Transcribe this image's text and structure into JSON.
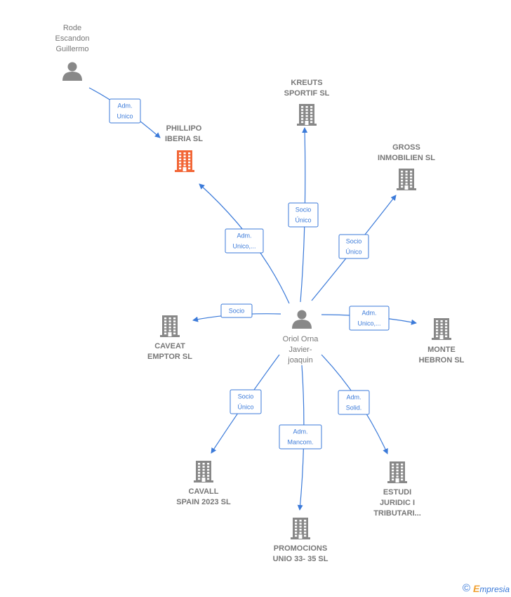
{
  "colors": {
    "edge": "#3b7ad9",
    "company": "#888888",
    "company_highlight": "#f26636",
    "person": "#888888"
  },
  "center": {
    "name_lines": [
      "Oriol Orna",
      "Javier-",
      "joaquin"
    ],
    "icon": "person-icon"
  },
  "persons": [
    {
      "id": "rode",
      "name_lines": [
        "Rode",
        "Escandon",
        "Guillermo"
      ],
      "icon": "person-icon"
    }
  ],
  "companies": [
    {
      "id": "phillipo",
      "name_lines": [
        "PHILLIPO",
        "IBERIA  SL"
      ],
      "highlight": true,
      "icon": "building-icon"
    },
    {
      "id": "kreuts",
      "name_lines": [
        "KREUTS",
        "SPORTIF  SL"
      ],
      "icon": "building-icon"
    },
    {
      "id": "gross",
      "name_lines": [
        "GROSS",
        "INMOBILIEN SL"
      ],
      "icon": "building-icon"
    },
    {
      "id": "caveat",
      "name_lines": [
        "CAVEAT",
        "EMPTOR  SL"
      ],
      "icon": "building-icon"
    },
    {
      "id": "monte",
      "name_lines": [
        "MONTE",
        "HEBRON  SL"
      ],
      "icon": "building-icon"
    },
    {
      "id": "cavall",
      "name_lines": [
        "CAVALL",
        "SPAIN 2023  SL"
      ],
      "icon": "building-icon"
    },
    {
      "id": "promocions",
      "name_lines": [
        "PROMOCIONS",
        "UNIO 33- 35  SL"
      ],
      "icon": "building-icon"
    },
    {
      "id": "estudi",
      "name_lines": [
        "ESTUDI",
        "JURIDIC I",
        "TRIBUTARI..."
      ],
      "icon": "building-icon"
    }
  ],
  "edges": [
    {
      "from": "rode",
      "to": "phillipo",
      "label_lines": [
        "Adm.",
        "Unico"
      ]
    },
    {
      "from": "center",
      "to": "phillipo",
      "label_lines": [
        "Adm.",
        "Unico,..."
      ]
    },
    {
      "from": "center",
      "to": "kreuts",
      "label_lines": [
        "Socio",
        "Único"
      ]
    },
    {
      "from": "center",
      "to": "gross",
      "label_lines": [
        "Socio",
        "Único"
      ]
    },
    {
      "from": "center",
      "to": "caveat",
      "label_lines": [
        "Socio"
      ]
    },
    {
      "from": "center",
      "to": "monte",
      "label_lines": [
        "Adm.",
        "Unico,..."
      ]
    },
    {
      "from": "center",
      "to": "cavall",
      "label_lines": [
        "Socio",
        "Único"
      ]
    },
    {
      "from": "center",
      "to": "promocions",
      "label_lines": [
        "Adm.",
        "Mancom."
      ]
    },
    {
      "from": "center",
      "to": "estudi",
      "label_lines": [
        "Adm.",
        "Solid."
      ]
    }
  ],
  "footer": {
    "copyright_symbol": "©",
    "brand_initial": "E",
    "brand_rest": "mpresia"
  }
}
